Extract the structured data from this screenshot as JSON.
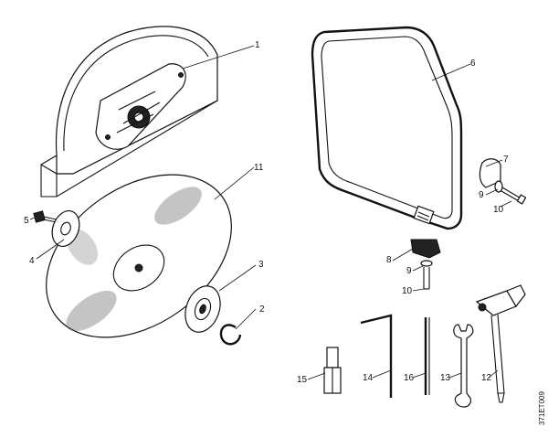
{
  "callouts": {
    "c1": "1",
    "c2": "2",
    "c3": "3",
    "c4": "4",
    "c5": "5",
    "c6": "6",
    "c7": "7",
    "c8": "8",
    "c9a": "9",
    "c9b": "9",
    "c10a": "10",
    "c10b": "10",
    "c11": "11",
    "c12": "12",
    "c13": "13",
    "c14": "14",
    "c15": "15",
    "c16": "16"
  },
  "doc_id": "371ET009"
}
